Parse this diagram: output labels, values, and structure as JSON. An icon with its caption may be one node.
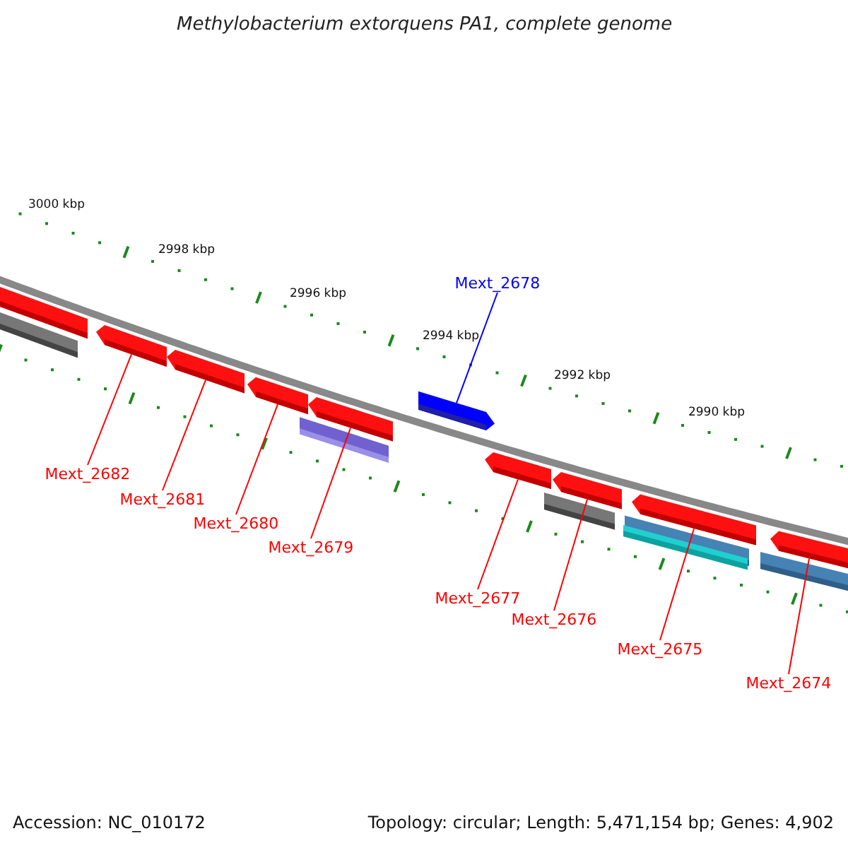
{
  "diagram": {
    "title": "Methylobacterium extorquens PA1, complete genome",
    "nodes": [
      {
        "text": [
          "Mext_2678"
        ]
      },
      {
        "text": [],
        "shape": "bar"
      },
      {
        "text": [
          "Mext_2682"
        ]
      },
      {
        "text": [],
        "shape": "bar"
      },
      {
        "text": [
          "Mext_2681"
        ]
      },
      {
        "text": [],
        "shape": "bar"
      },
      {
        "text": [
          "Mext_2680"
        ]
      },
      {
        "text": [],
        "shape": "bar"
      },
      {
        "text": [
          "Mext_2679"
        ]
      },
      {
        "text": [],
        "shape": "bar"
      },
      {
        "text": [
          "Mext_2677"
        ]
      },
      {
        "text": [],
        "shape": "bar"
      },
      {
        "text": [
          "Mext_2676"
        ]
      },
      {
        "text": [],
        "shape": "bar"
      },
      {
        "text": [
          "Mext_2675"
        ]
      },
      {
        "text": [],
        "shape": "bar"
      },
      {
        "text": [
          "Mext_2674"
        ]
      },
      {
        "text": [],
        "shape": "bar"
      }
    ],
    "edges": [
      {
        "from": 0,
        "to": 1,
        "arrow": "none",
        "color": "#0000ff"
      },
      {
        "from": 2,
        "to": 3,
        "arrow": "none"
      },
      {
        "from": 4,
        "to": 5,
        "arrow": "none"
      },
      {
        "from": 6,
        "to": 7,
        "arrow": "none"
      },
      {
        "from": 8,
        "to": 9,
        "arrow": "none"
      },
      {
        "from": 10,
        "to": 11,
        "arrow": "none"
      },
      {
        "from": 12,
        "to": 13,
        "arrow": "none"
      },
      {
        "from": 14,
        "to": 15,
        "arrow": "none"
      },
      {
        "from": 16,
        "to": 17,
        "arrow": "none"
      }
    ],
    "labels": [
      "3000 kbp",
      "2998 kbp",
      "2996 kbp",
      "2994 kbp",
      "2992 kbp",
      "2990 kbp",
      "Accession: NC_010172",
      "Topology: circular; Length: 5,471,154 bp; Genes: 4,902"
    ]
  }
}
